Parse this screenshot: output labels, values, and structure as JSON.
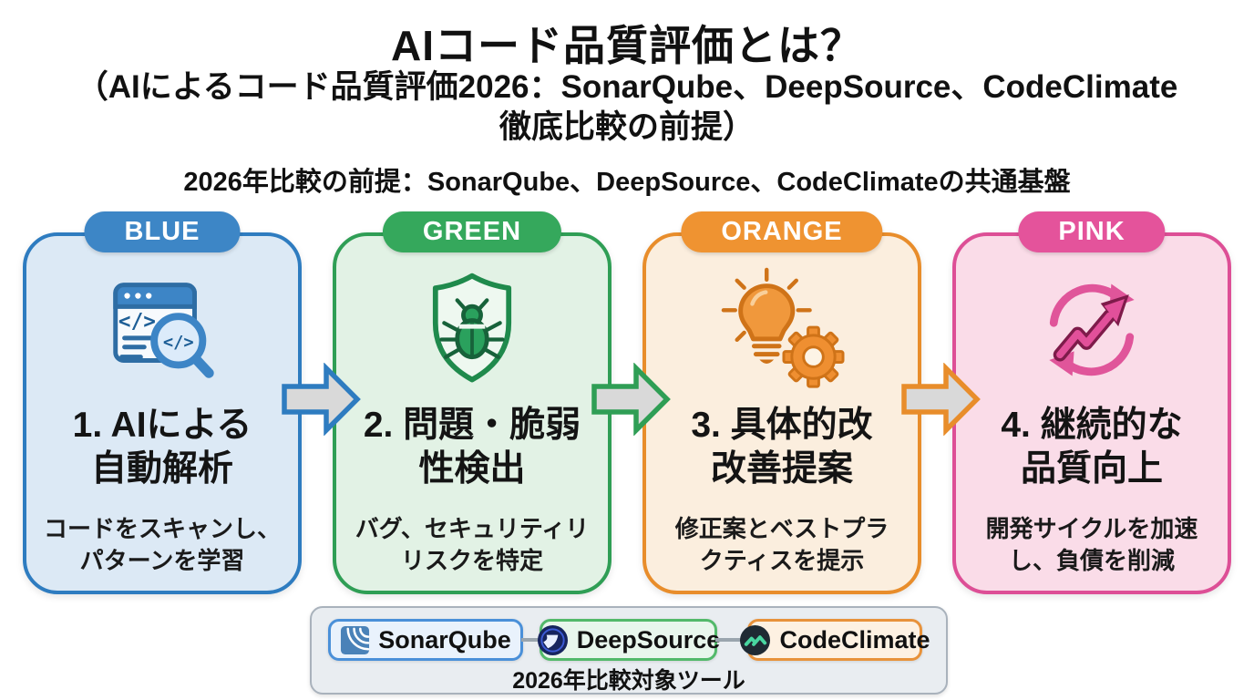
{
  "header": {
    "title": "AIコード品質評価とは？",
    "subtitle": "（AIによるコード品質評価2026：SonarQube、DeepSource、CodeClimate徹底比較の前提）",
    "premise": "2026年比較の前提：SonarQube、DeepSource、CodeClimateの共通基盤"
  },
  "steps": [
    {
      "badge": "BLUE",
      "title": "1. AIによる\n自動解析",
      "description": "コードをスキャンし、\nパターンを学習",
      "icon": "code-scan-magnifier-icon",
      "accent": "#2e7cc0",
      "badge_color": "#3d86c6",
      "bg": "#dce9f5"
    },
    {
      "badge": "GREEN",
      "title": "2. 問題・脆弱\n性検出",
      "description": "バグ、セキュリティリ\nリスクを特定",
      "icon": "shield-bug-icon",
      "accent": "#2f9e55",
      "badge_color": "#35a85c",
      "bg": "#e2f2e5"
    },
    {
      "badge": "ORANGE",
      "title": "3. 具体的改\n改善提案",
      "description": "修正案とベストプラ\nクティスを提示",
      "icon": "lightbulb-gear-icon",
      "accent": "#e88d2b",
      "badge_color": "#ef9331",
      "bg": "#fbeede"
    },
    {
      "badge": "PINK",
      "title": "4. 継続的な\n品質向上",
      "description": "開発サイクルを加速\nし、負債を削減",
      "icon": "cycle-growth-icon",
      "accent": "#dd4f96",
      "badge_color": "#e4539b",
      "bg": "#fadce8"
    }
  ],
  "arrows": [
    {
      "fill": "#d9d9d9",
      "outline": "#2e7cc0"
    },
    {
      "fill": "#d9d9d9",
      "outline": "#2f9e55"
    },
    {
      "fill": "#d9d9d9",
      "outline": "#e88d2b"
    }
  ],
  "legend": {
    "caption": "2026年比較対象ツール",
    "tools": [
      {
        "name": "SonarQube",
        "icon": "sonarqube-logo-icon",
        "border": "#4a90d9",
        "bg": "#e9f2fc"
      },
      {
        "name": "DeepSource",
        "icon": "deepsource-logo-icon",
        "border": "#52b96a",
        "bg": "#e8f6ec"
      },
      {
        "name": "CodeClimate",
        "icon": "codeclimate-logo-icon",
        "border": "#e8923a",
        "bg": "#fdf1e2"
      }
    ]
  }
}
